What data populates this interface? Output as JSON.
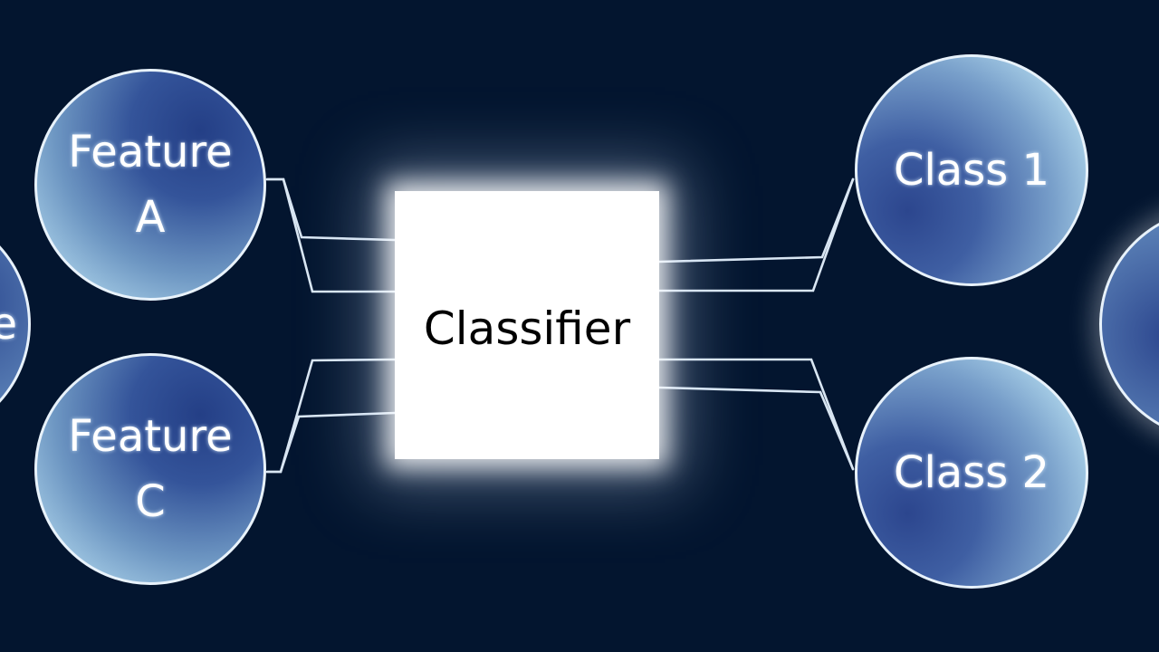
{
  "diagram": {
    "classifier_label": "Classifier",
    "inputs": [
      {
        "label": "Feature\nA"
      },
      {
        "label": "Feature\nC"
      }
    ],
    "outputs": [
      {
        "label": "Class 1"
      },
      {
        "label": "Class 2"
      }
    ],
    "partial_left_label": "e",
    "colors": {
      "background": "#03152f",
      "connector": "#d9e6f3",
      "classifier_fill": "#ffffff"
    }
  }
}
